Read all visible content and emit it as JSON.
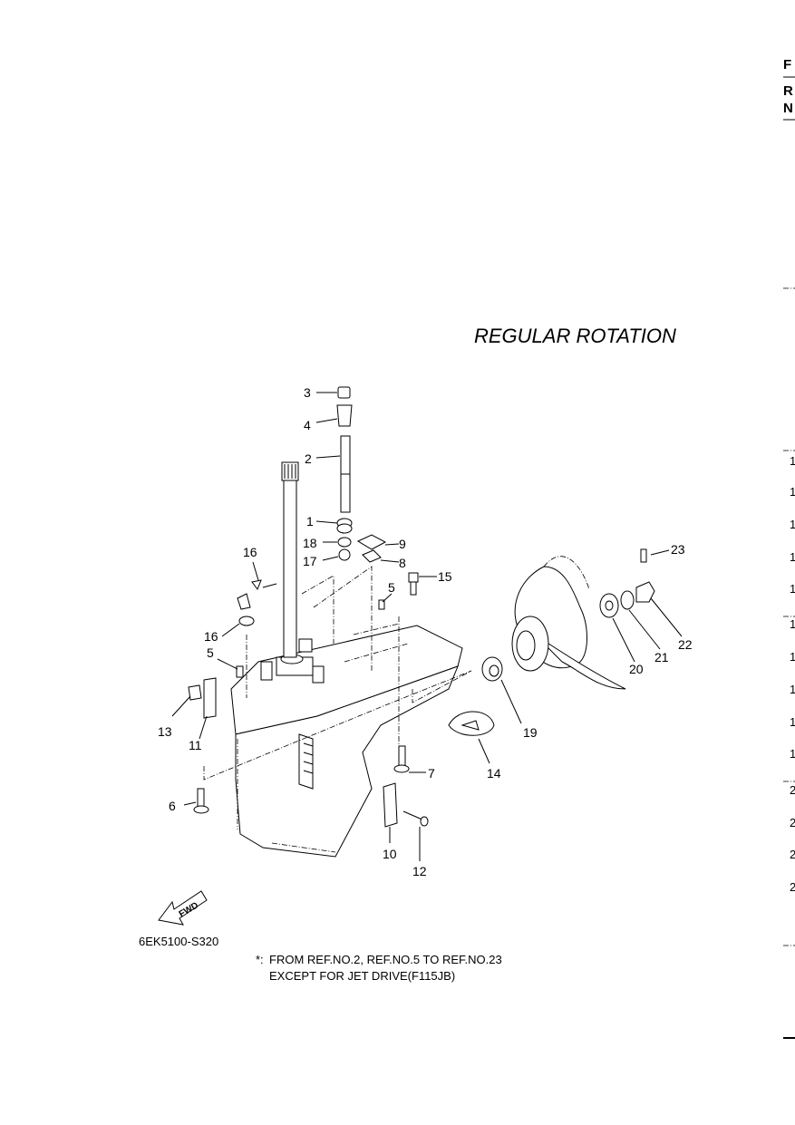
{
  "title": "REGULAR ROTATION",
  "diagram_code": "6EK5100-S320",
  "fwd_label": "FWD",
  "note_marker": "*:",
  "note_line1": "FROM REF.NO.2, REF.NO.5 TO REF.NO.23",
  "note_line2": "EXCEPT FOR JET DRIVE(F115JB)",
  "callouts": [
    "3",
    "4",
    "2",
    "1",
    "18",
    "9",
    "17",
    "8",
    "15",
    "5",
    "16",
    "16",
    "5",
    "13",
    "11",
    "6",
    "7",
    "14",
    "19",
    "10",
    "12",
    "23",
    "22",
    "21",
    "20"
  ],
  "edge": {
    "header": [
      "F",
      "R",
      "N"
    ],
    "rows": [
      "1",
      "1",
      "1",
      "1",
      "1",
      "1",
      "1",
      "1",
      "1",
      "1",
      "2",
      "2",
      "2",
      "2"
    ]
  }
}
